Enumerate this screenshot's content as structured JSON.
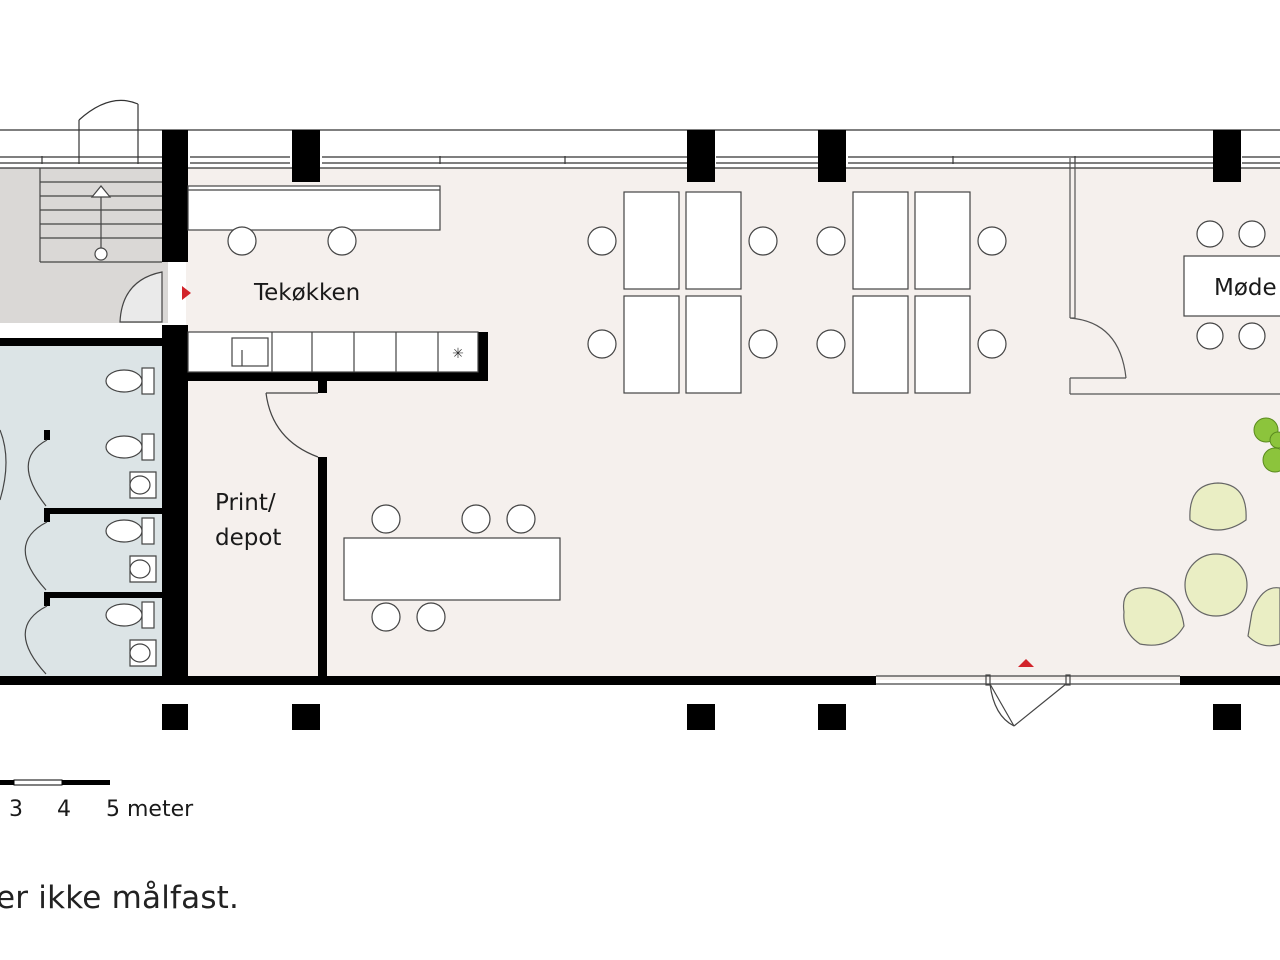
{
  "rooms": {
    "kitchen": "Tekøkken",
    "meeting": "Møde",
    "print_line1": "Print/",
    "print_line2": "depot"
  },
  "scale_bar": {
    "labels": [
      "3",
      "4",
      "5 meter"
    ]
  },
  "footer_note": "er ikke målfast.",
  "colors": {
    "floor": "#f5f0ed",
    "wc_floor": "#dce4e6",
    "stair_floor": "#dad8d6",
    "wall": "#000000",
    "marker": "#d2232a",
    "plant": "#8cc43c",
    "lounge_chair": "#eaeec4"
  }
}
